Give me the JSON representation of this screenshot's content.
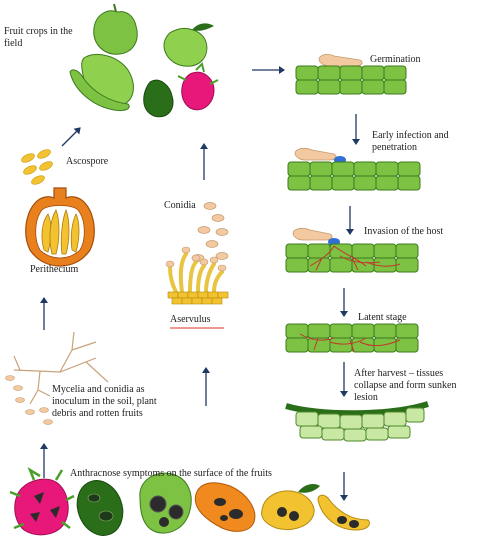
{
  "labels": {
    "fruit_crops": "Fruit crops in the field",
    "germination": "Germination",
    "early_infection": "Early infection and penetration",
    "invasion": "Invasion of the host",
    "latent": "Latent stage",
    "after_harvest": "After harvest – tissues collapse and form sunken lesion",
    "ascospore": "Ascospore",
    "perithecium": "Perithecium",
    "conidia": "Conidia",
    "acervulus": "Aservulus",
    "mycelia": "Mycelia and conidia as inoculum in the soil, plant debris and rotten fruits",
    "symptoms": "Anthracnose symptoms on the surface of the fruits"
  },
  "colors": {
    "arrow": "#1f3864",
    "leaf_green": "#7dc242",
    "leaf_outline": "#3d7a1e",
    "dark_green": "#2a6e1a",
    "fungal_tan": "#f2c9a0",
    "spore_yellow": "#f2c230",
    "perithecium_orange": "#e8801e",
    "dragon_pink": "#e8187a",
    "appressorium_blue": "#2f6fd6",
    "hyphae_red": "#c0392b",
    "lesion_black": "#2b2b2b",
    "acervulus_underline": "#e03030"
  }
}
